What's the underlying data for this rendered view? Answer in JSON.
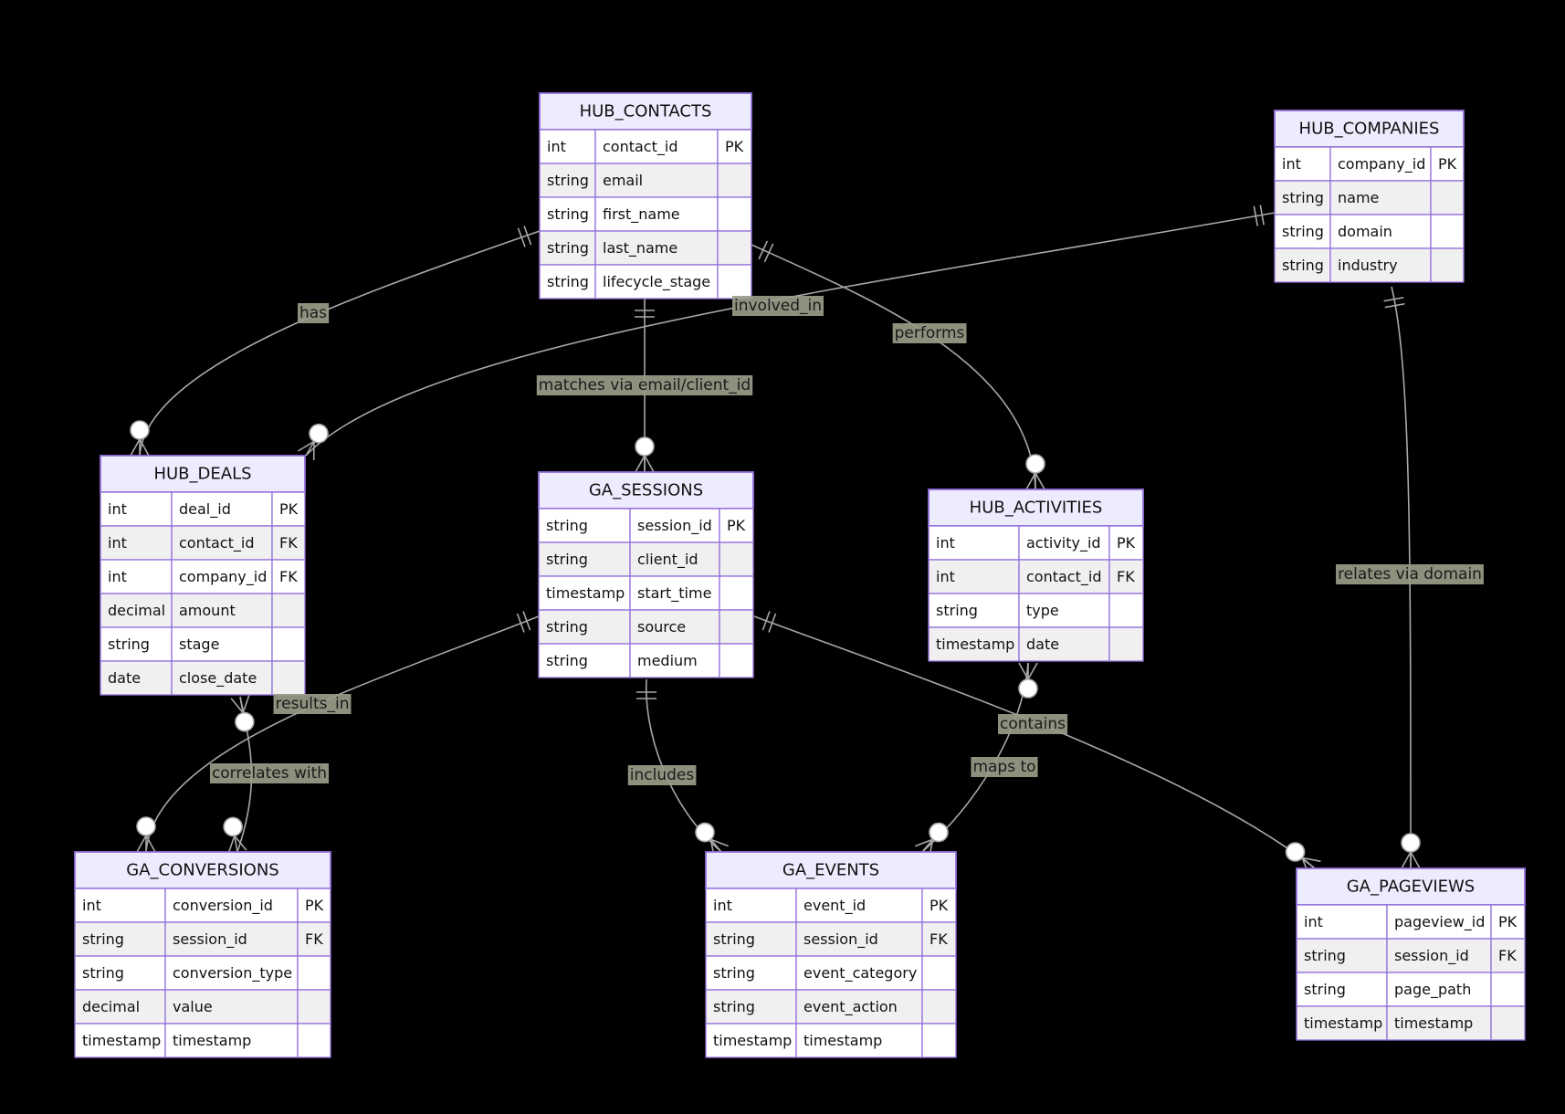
{
  "entities": [
    {
      "id": "HUB_CONTACTS",
      "name": "HUB_CONTACTS",
      "attrs": [
        [
          "int",
          "contact_id",
          "PK"
        ],
        [
          "string",
          "email",
          ""
        ],
        [
          "string",
          "first_name",
          ""
        ],
        [
          "string",
          "last_name",
          ""
        ],
        [
          "string",
          "lifecycle_stage",
          ""
        ]
      ]
    },
    {
      "id": "HUB_COMPANIES",
      "name": "HUB_COMPANIES",
      "attrs": [
        [
          "int",
          "company_id",
          "PK"
        ],
        [
          "string",
          "name",
          ""
        ],
        [
          "string",
          "domain",
          ""
        ],
        [
          "string",
          "industry",
          ""
        ]
      ]
    },
    {
      "id": "HUB_DEALS",
      "name": "HUB_DEALS",
      "attrs": [
        [
          "int",
          "deal_id",
          "PK"
        ],
        [
          "int",
          "contact_id",
          "FK"
        ],
        [
          "int",
          "company_id",
          "FK"
        ],
        [
          "decimal",
          "amount",
          ""
        ],
        [
          "string",
          "stage",
          ""
        ],
        [
          "date",
          "close_date",
          ""
        ]
      ]
    },
    {
      "id": "GA_SESSIONS",
      "name": "GA_SESSIONS",
      "attrs": [
        [
          "string",
          "session_id",
          "PK"
        ],
        [
          "string",
          "client_id",
          ""
        ],
        [
          "timestamp",
          "start_time",
          ""
        ],
        [
          "string",
          "source",
          ""
        ],
        [
          "string",
          "medium",
          ""
        ]
      ]
    },
    {
      "id": "HUB_ACTIVITIES",
      "name": "HUB_ACTIVITIES",
      "attrs": [
        [
          "int",
          "activity_id",
          "PK"
        ],
        [
          "int",
          "contact_id",
          "FK"
        ],
        [
          "string",
          "type",
          ""
        ],
        [
          "timestamp",
          "date",
          ""
        ]
      ]
    },
    {
      "id": "GA_CONVERSIONS",
      "name": "GA_CONVERSIONS",
      "attrs": [
        [
          "int",
          "conversion_id",
          "PK"
        ],
        [
          "string",
          "session_id",
          "FK"
        ],
        [
          "string",
          "conversion_type",
          ""
        ],
        [
          "decimal",
          "value",
          ""
        ],
        [
          "timestamp",
          "timestamp",
          ""
        ]
      ]
    },
    {
      "id": "GA_EVENTS",
      "name": "GA_EVENTS",
      "attrs": [
        [
          "int",
          "event_id",
          "PK"
        ],
        [
          "string",
          "session_id",
          "FK"
        ],
        [
          "string",
          "event_category",
          ""
        ],
        [
          "string",
          "event_action",
          ""
        ],
        [
          "timestamp",
          "timestamp",
          ""
        ]
      ]
    },
    {
      "id": "GA_PAGEVIEWS",
      "name": "GA_PAGEVIEWS",
      "attrs": [
        [
          "int",
          "pageview_id",
          "PK"
        ],
        [
          "string",
          "session_id",
          "FK"
        ],
        [
          "string",
          "page_path",
          ""
        ],
        [
          "timestamp",
          "timestamp",
          ""
        ]
      ]
    }
  ],
  "relationships": [
    {
      "id": "r_has",
      "from": "HUB_CONTACTS",
      "to": "HUB_DEALS",
      "label": "has"
    },
    {
      "id": "r_involved",
      "from": "HUB_COMPANIES",
      "to": "HUB_DEALS",
      "label": "involved_in"
    },
    {
      "id": "r_matches",
      "from": "HUB_CONTACTS",
      "to": "GA_SESSIONS",
      "label": "matches via email/client_id"
    },
    {
      "id": "r_performs",
      "from": "HUB_CONTACTS",
      "to": "HUB_ACTIVITIES",
      "label": "performs"
    },
    {
      "id": "r_relates",
      "from": "HUB_COMPANIES",
      "to": "GA_PAGEVIEWS",
      "label": "relates via domain"
    },
    {
      "id": "r_results",
      "from": "GA_SESSIONS",
      "to": "GA_CONVERSIONS",
      "label": "results_in"
    },
    {
      "id": "r_correlates",
      "from": "HUB_DEALS",
      "to": "GA_CONVERSIONS",
      "label": "correlates with"
    },
    {
      "id": "r_includes",
      "from": "GA_SESSIONS",
      "to": "GA_EVENTS",
      "label": "includes"
    },
    {
      "id": "r_contains",
      "from": "GA_SESSIONS",
      "to": "GA_PAGEVIEWS",
      "label": "contains"
    },
    {
      "id": "r_maps",
      "from": "HUB_ACTIVITIES",
      "to": "GA_EVENTS",
      "label": "maps to"
    }
  ]
}
